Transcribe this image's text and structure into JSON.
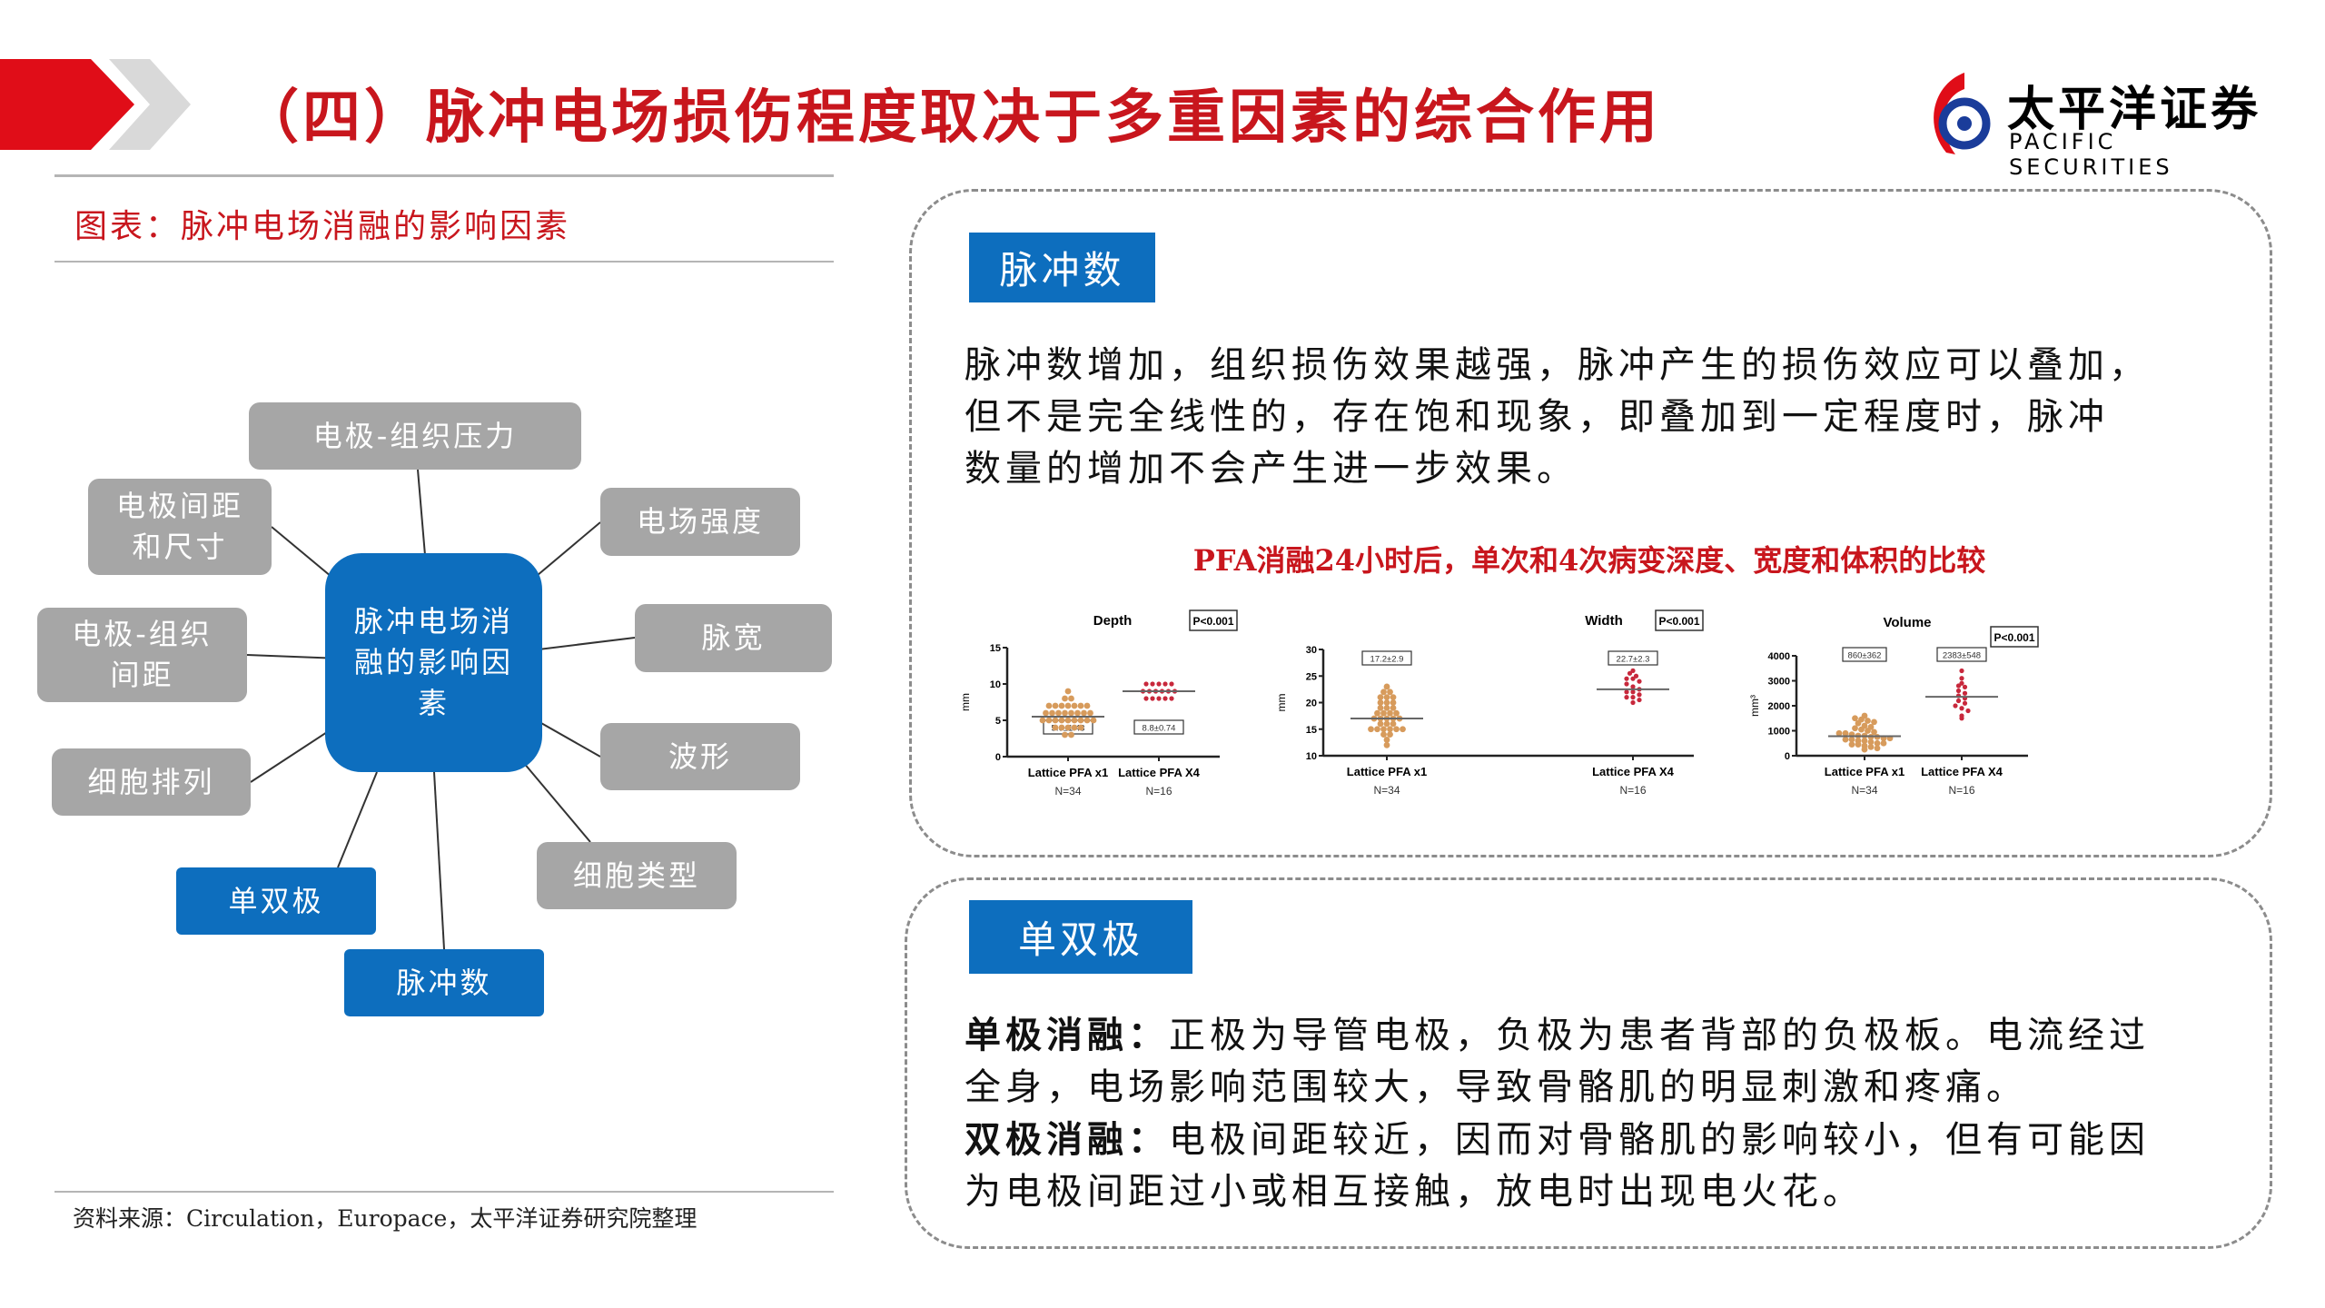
{
  "header": {
    "title": "（四）脉冲电场损伤程度取决于多重因素的综合作用",
    "logo_cn": "太平洋证券",
    "logo_en": "PACIFIC SECURITIES",
    "brand_red": "#c8161d",
    "brand_blue": "#0d6ebe"
  },
  "figure": {
    "caption": "图表：脉冲电场消融的影响因素",
    "center": "脉冲电场消融的影响因素",
    "nodes": [
      "电极-组织压力",
      "电极间距和尺寸",
      "电场强度",
      "电极-组织间距",
      "脉宽",
      "细胞排列",
      "波形",
      "单双极",
      "细胞类型",
      "脉冲数"
    ],
    "source": "资料来源：Circulation，Europace，太平洋证券研究院整理"
  },
  "panel1": {
    "tag": "脉冲数",
    "lines": [
      "脉冲数增加，组织损伤效果越强，脉冲产生的损伤效应可以叠加，",
      "但不是完全线性的，存在饱和现象，即叠加到一定程度时，脉冲",
      "数量的增加不会产生进一步效果。"
    ],
    "chart_title": "PFA消融24小时后，单次和4次病变深度、宽度和体积的比较"
  },
  "panel2": {
    "tag": "单双极",
    "mono_label": "单极消融：",
    "mono_lines": [
      "正极为导管电极，负极为患者背部的负极板。电流经过",
      "全身，电场影响范围较大，导致骨骼肌的明显刺激和疼痛。"
    ],
    "bi_label": "双极消融：",
    "bi_lines": [
      "电极间距较近，因而对骨骼肌的影响较小，但有可能因",
      "为电极间距过小或相互接触，放电时出现电火花。"
    ]
  },
  "chart_data": [
    {
      "type": "scatter",
      "title": "Depth",
      "ylabel": "mm",
      "ylim": [
        0,
        15
      ],
      "yticks": [
        0,
        5,
        10,
        15
      ],
      "p": "P<0.001",
      "categories": [
        "Lattice PFA x1",
        "Lattice PFA X4"
      ],
      "n": [
        "N=34",
        "N=16"
      ],
      "stats": [
        "5.6±1.43",
        "8.8±0.74"
      ],
      "medians": [
        5.5,
        9
      ],
      "colors": [
        "#d79b5c",
        "#c8283c"
      ],
      "values": [
        [
          9,
          8,
          8,
          7,
          7,
          7,
          7,
          7,
          7,
          7,
          6,
          6,
          6,
          6,
          6,
          6,
          6,
          6,
          5,
          5,
          5,
          5,
          5,
          5,
          5,
          5,
          5,
          4,
          4,
          4,
          4,
          4,
          3,
          3
        ],
        [
          10,
          10,
          10,
          10,
          10,
          9,
          9,
          9,
          9,
          9,
          9,
          8,
          8,
          8,
          8,
          8
        ]
      ]
    },
    {
      "type": "scatter",
      "title": "Width",
      "ylabel": "mm",
      "ylim": [
        10,
        30
      ],
      "yticks": [
        10,
        15,
        20,
        25,
        30
      ],
      "p": "P<0.001",
      "categories": [
        "Lattice PFA x1",
        "Lattice PFA X4"
      ],
      "n": [
        "N=34",
        "N=16"
      ],
      "stats": [
        "17.2±2.9",
        "22.7±2.3"
      ],
      "medians": [
        17,
        22.5
      ],
      "colors": [
        "#d79b5c",
        "#c8283c"
      ],
      "values": [
        [
          23,
          22,
          22,
          21,
          21,
          21,
          20,
          20,
          20,
          19,
          19,
          19,
          18,
          18,
          18,
          18,
          17,
          17,
          17,
          17,
          17,
          16,
          16,
          16,
          15,
          15,
          15,
          15,
          15,
          15,
          14,
          14,
          13,
          12
        ],
        [
          26,
          25.5,
          25,
          24.5,
          24.5,
          24,
          23.5,
          23,
          22.5,
          22,
          22,
          21.5,
          21,
          21,
          20.5,
          20
        ]
      ]
    },
    {
      "type": "scatter",
      "title": "Volume",
      "ylabel": "mm³",
      "ylim": [
        0,
        4000
      ],
      "yticks": [
        0,
        1000,
        2000,
        3000,
        4000
      ],
      "p": "P<0.001",
      "categories": [
        "Lattice PFA x1",
        "Lattice PFA X4"
      ],
      "n": [
        "N=34",
        "N=16"
      ],
      "stats": [
        "860±362",
        "2383±548"
      ],
      "medians": [
        780,
        2360
      ],
      "colors": [
        "#d79b5c",
        "#c8283c"
      ],
      "values": [
        [
          1600,
          1500,
          1450,
          1400,
          1350,
          1300,
          1200,
          1150,
          1100,
          1050,
          1000,
          950,
          900,
          900,
          850,
          800,
          800,
          750,
          750,
          700,
          700,
          650,
          650,
          600,
          600,
          550,
          500,
          500,
          450,
          450,
          400,
          350,
          300,
          250
        ],
        [
          3400,
          3100,
          2900,
          2800,
          2750,
          2600,
          2500,
          2400,
          2300,
          2200,
          2100,
          2000,
          1900,
          1800,
          1600,
          1500
        ]
      ]
    }
  ]
}
